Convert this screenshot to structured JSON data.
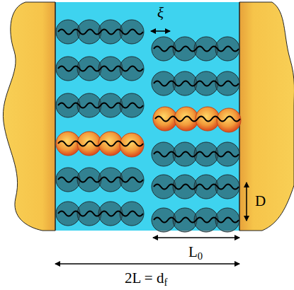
{
  "diagram": {
    "labels": [
      "ξ",
      "D",
      "L0",
      "2L = df"
    ]
  }
}
